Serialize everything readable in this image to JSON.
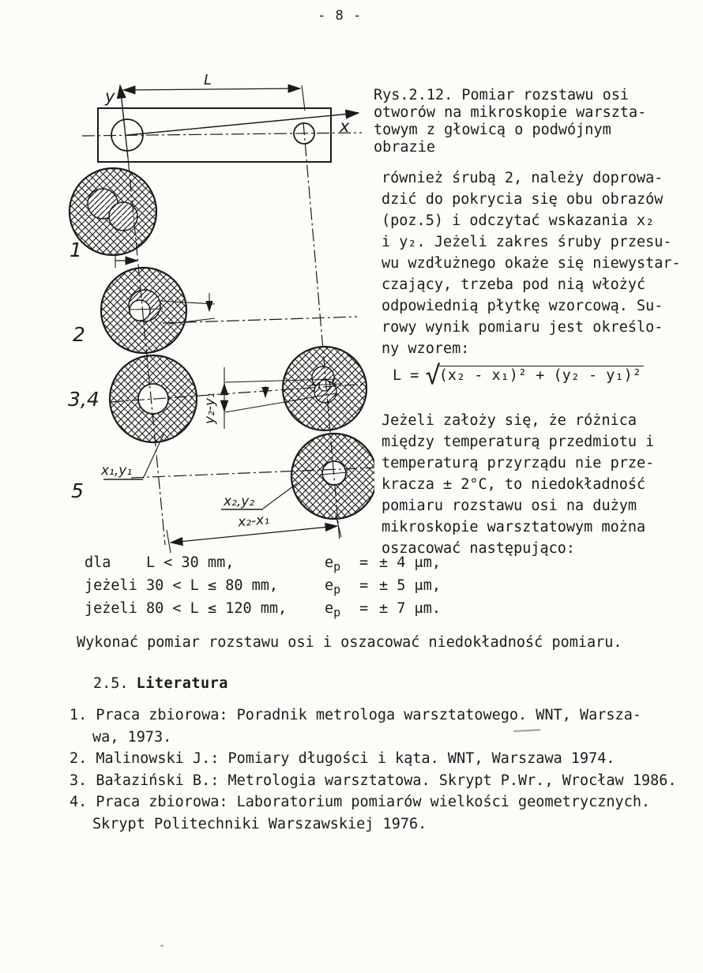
{
  "page": {
    "number_label": "- 8 -"
  },
  "figure": {
    "caption": "Rys.2.12. Pomiar rozstawu osi\notworów na mikroskopie warszta-\ntowym z głowicą o podwójnym\nobrazie",
    "labels": {
      "axis_y": "y",
      "axis_x": "x",
      "dim_L": "L",
      "view1": "1",
      "view2": "2",
      "view34": "3,4",
      "view5": "5",
      "point1": "x₁,y₁",
      "point2": "x₂,y₂",
      "dim_dx": "x₂-x₁",
      "dim_dy": "y₂-y₁"
    }
  },
  "body": {
    "para1": "również śrubą 2, należy doprowa-\ndzić do pokrycia się obu obrazów\n(poz.5) i odczytać wskazania x₂\ni y₂. Jeżeli zakres śruby przesu-\nwu wzdłużnego okaże się niewystar-\nczający, trzeba pod nią włożyć\nodpowiednią płytkę wzorcową. Su-\nrowy wynik pomiaru jest określo-\nny wzorem:",
    "formula": {
      "lhs": "L =",
      "sqrt": "√",
      "radicand": "(x₂ - x₁)² + (y₂ - y₁)²"
    },
    "para2": "Jeżeli założy się, że różnica\nmiędzy temperaturą przedmiotu i\ntemperaturą przyrządu nie prze-\nkracza ± 2°C, to niedokładność\npomiaru rozstawu osi na dużym\nmikroskopie warsztatowym można\noszacować następująco:",
    "task": "Wykonać pomiar rozstawu osi i oszacować niedokładność pomiaru."
  },
  "tolerances": {
    "ep_base": "e",
    "ep_sub": "p",
    "eq": "=",
    "rows": [
      {
        "cond": "dla    L < 30 mm,",
        "val": "± 4 μm,"
      },
      {
        "cond": "jeżeli 30 < L ≤ 80 mm,",
        "val": "± 5 μm,"
      },
      {
        "cond": "jeżeli 80 < L ≤ 120 mm,",
        "val": "± 7 μm."
      }
    ]
  },
  "literature": {
    "heading_num": "2.5.",
    "heading_word": "Literatura",
    "items": [
      {
        "text": "1. Praca zbiorowa: Poradnik metrologa warsztatowego. WNT, Warsza-\nwa, 1973."
      },
      {
        "text": "2. Malinowski J.: Pomiary długości i kąta. WNT, Warszawa 1974."
      },
      {
        "text": "3. Bałaziński B.: Metrologia warsztatowa. Skrypt P.Wr., Wrocław 1986."
      },
      {
        "text": "4. Praca zbiorowa: Laboratorium pomiarów wielkości geometrycznych.\nSkrypt Politechniki Warszawskiej 1976."
      }
    ]
  }
}
